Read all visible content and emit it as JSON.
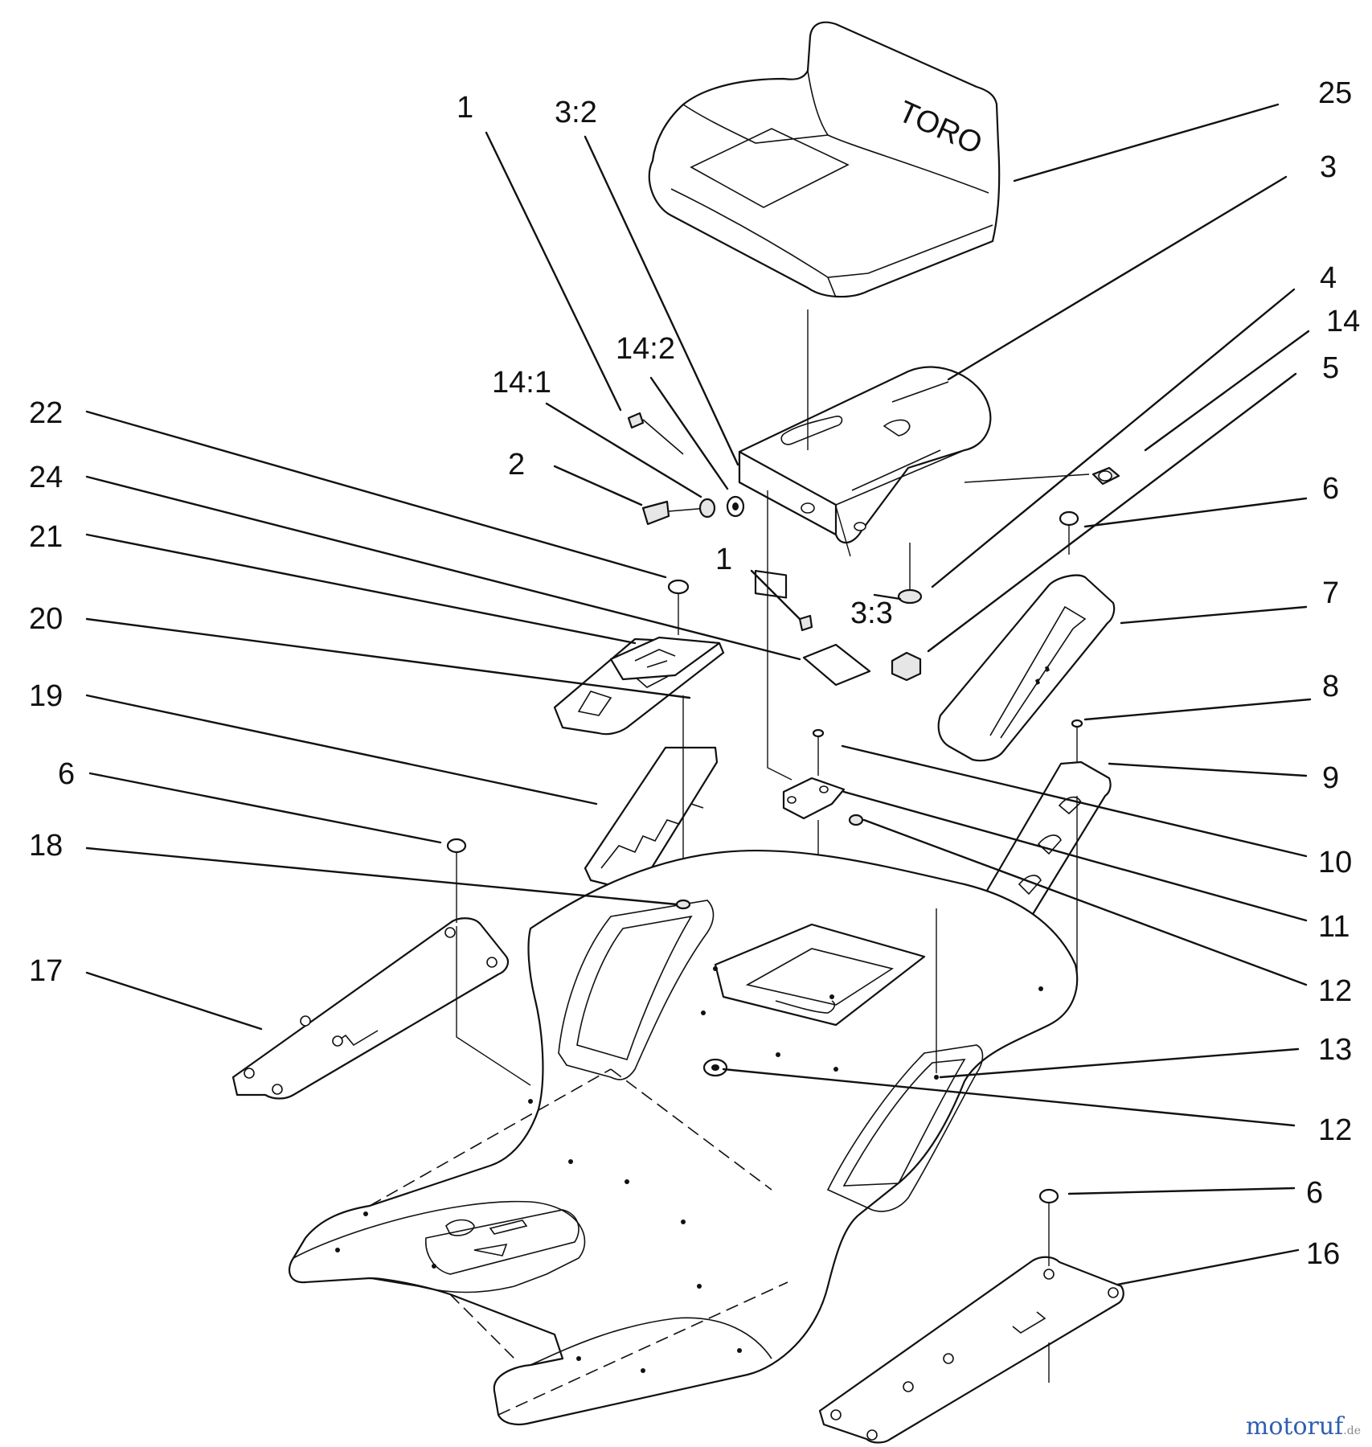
{
  "diagram": {
    "brand_on_seat": "TORO",
    "callouts": [
      {
        "id": "c-1a",
        "text": "1"
      },
      {
        "id": "c-3-2",
        "text": "3:2"
      },
      {
        "id": "c-25",
        "text": "25"
      },
      {
        "id": "c-3",
        "text": "3"
      },
      {
        "id": "c-4",
        "text": "4"
      },
      {
        "id": "c-14",
        "text": "14"
      },
      {
        "id": "c-5",
        "text": "5"
      },
      {
        "id": "c-14-2",
        "text": "14:2"
      },
      {
        "id": "c-14-1",
        "text": "14:1"
      },
      {
        "id": "c-22",
        "text": "22"
      },
      {
        "id": "c-2",
        "text": "2"
      },
      {
        "id": "c-24",
        "text": "24"
      },
      {
        "id": "c-21",
        "text": "21"
      },
      {
        "id": "c-1b",
        "text": "1"
      },
      {
        "id": "c-3-3",
        "text": "3:3"
      },
      {
        "id": "c-6a",
        "text": "6"
      },
      {
        "id": "c-7",
        "text": "7"
      },
      {
        "id": "c-20",
        "text": "20"
      },
      {
        "id": "c-19",
        "text": "19"
      },
      {
        "id": "c-8",
        "text": "8"
      },
      {
        "id": "c-9",
        "text": "9"
      },
      {
        "id": "c-6b",
        "text": "6"
      },
      {
        "id": "c-18",
        "text": "18"
      },
      {
        "id": "c-10",
        "text": "10"
      },
      {
        "id": "c-11",
        "text": "11"
      },
      {
        "id": "c-17",
        "text": "17"
      },
      {
        "id": "c-12a",
        "text": "12"
      },
      {
        "id": "c-13",
        "text": "13"
      },
      {
        "id": "c-12b",
        "text": "12"
      },
      {
        "id": "c-6c",
        "text": "6"
      },
      {
        "id": "c-16",
        "text": "16"
      }
    ]
  },
  "watermark": {
    "brand": "motoruf",
    "suffix": ".de"
  }
}
